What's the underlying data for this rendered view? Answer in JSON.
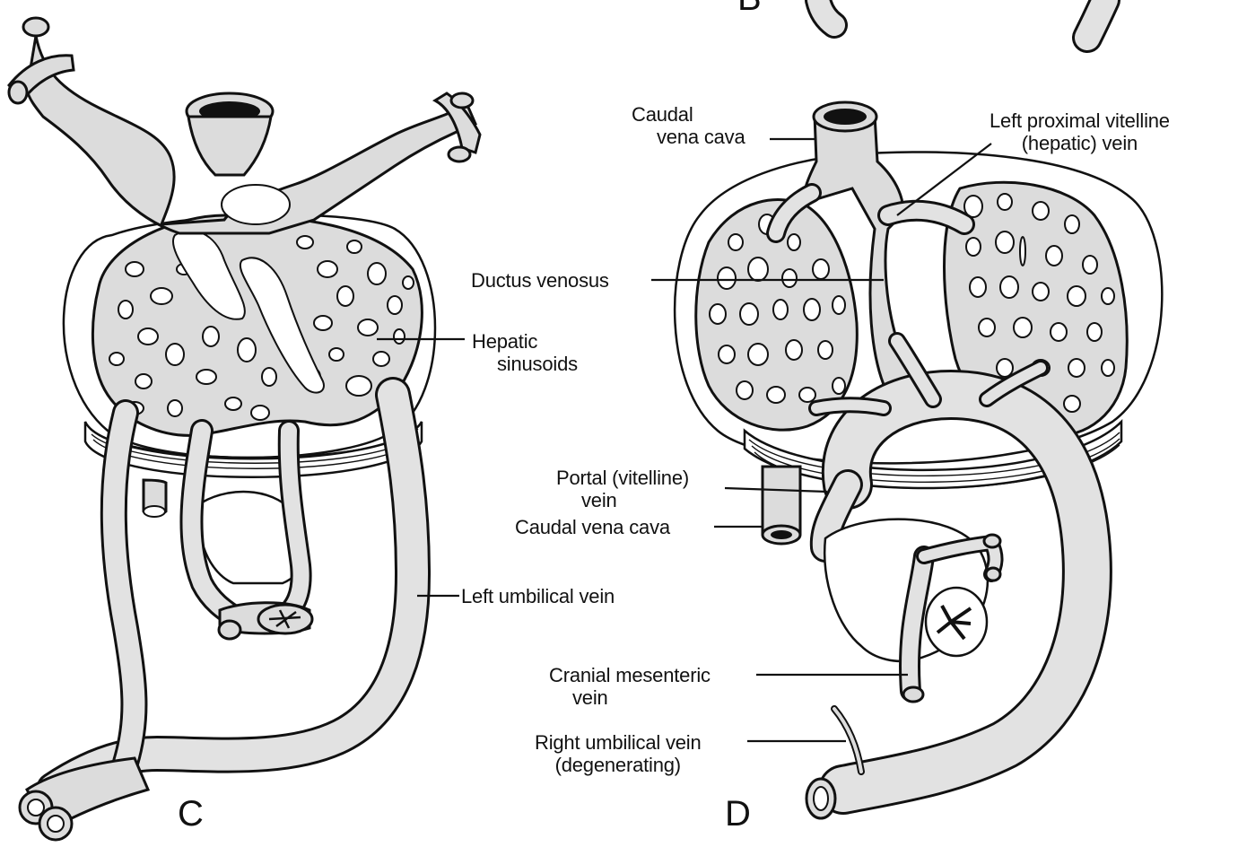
{
  "panels": {
    "top_fragment": {
      "letter": "B"
    },
    "left": {
      "letter": "C",
      "labels": {
        "hepatic_sinusoids": [
          "Hepatic",
          "sinusoids"
        ],
        "left_umbilical_vein": "Left umbilical vein"
      }
    },
    "right": {
      "letter": "D",
      "labels": {
        "caudal_vena_cava_top": [
          "Caudal",
          "vena cava"
        ],
        "left_proximal_vitelline": [
          "Left proximal vitelline",
          "(hepatic) vein"
        ],
        "ductus_venosus": "Ductus venosus",
        "portal_vein": [
          "Portal (vitelline)",
          "vein"
        ],
        "caudal_vena_cava_bottom": "Caudal vena cava",
        "cranial_mesenteric": [
          "Cranial mesenteric",
          "vein"
        ],
        "right_umbilical": [
          "Right umbilical vein",
          "(degenerating)"
        ]
      }
    }
  },
  "colors": {
    "ink": "#111111",
    "vessel_fill": "#dcdcdc",
    "background": "#ffffff"
  }
}
